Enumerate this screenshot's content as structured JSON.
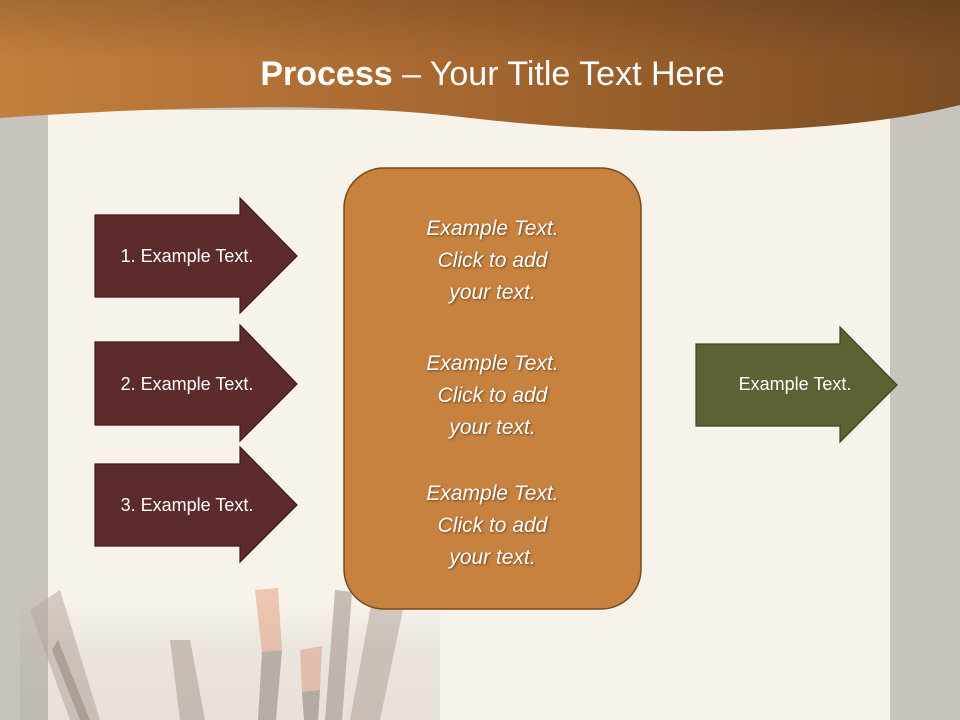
{
  "title": {
    "bold": "Process",
    "rest": " – Your Title Text Here"
  },
  "left_arrows": [
    {
      "label": "1. Example Text."
    },
    {
      "label": "2. Example Text."
    },
    {
      "label": "3. Example Text."
    }
  ],
  "center_box": {
    "paragraphs": [
      [
        "Example Text.",
        "Click  to add",
        "your text."
      ],
      [
        "Example Text.",
        "Click  to add",
        "your text."
      ],
      [
        "Example Text.",
        "Click  to add",
        "your text."
      ]
    ]
  },
  "right_arrow": {
    "label": "Example Text."
  },
  "colors": {
    "header_gradient_start": "#c27f3d",
    "header_gradient_end": "#6e4520",
    "left_arrow_fill": "#5e2b2d",
    "center_box_fill": "#c7823f",
    "right_arrow_fill": "#5e6133",
    "canvas": "#f7f2ea",
    "side_panel": "#c8c4bd"
  }
}
